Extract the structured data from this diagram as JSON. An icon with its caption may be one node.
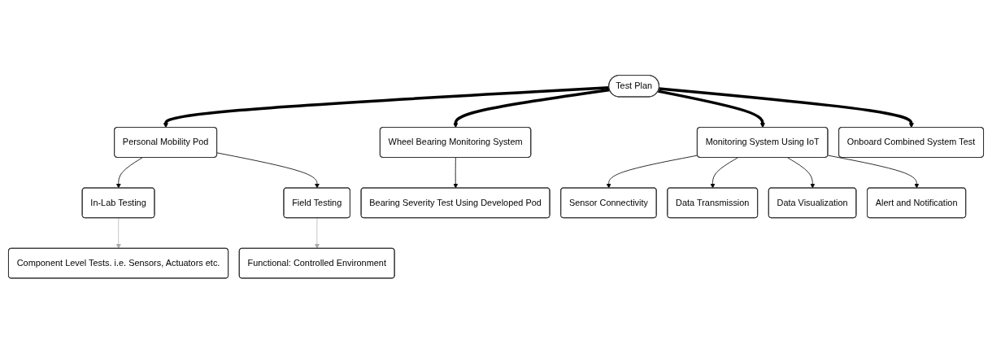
{
  "diagram": {
    "nodes": [
      {
        "text": [
          "Test Plan"
        ]
      },
      {
        "text": [
          "Personal Mobility Pod"
        ]
      },
      {
        "text": [
          "Wheel Bearing Monitoring System"
        ]
      },
      {
        "text": [
          "Monitoring System Using IoT"
        ]
      },
      {
        "text": [
          "Onboard Combined System Test"
        ]
      },
      {
        "text": [
          "In-Lab Testing"
        ]
      },
      {
        "text": [
          "Field Testing"
        ]
      },
      {
        "text": [
          "Component Level Tests. i.e. Sensors, Actuators etc."
        ]
      },
      {
        "text": [
          "Functional: Controlled Environment"
        ]
      },
      {
        "text": [
          "Bearing Severity Test Using Developed Pod"
        ]
      },
      {
        "text": [
          "Sensor Connectivity"
        ]
      },
      {
        "text": [
          "Data Transmission"
        ]
      },
      {
        "text": [
          "Data Visualization"
        ]
      },
      {
        "text": [
          "Alert and Notification"
        ]
      }
    ],
    "edges": [
      {
        "from": 0,
        "to": 1,
        "arrow": "to",
        "style": "thick"
      },
      {
        "from": 0,
        "to": 2,
        "arrow": "to",
        "style": "thick"
      },
      {
        "from": 0,
        "to": 3,
        "arrow": "to",
        "style": "thick"
      },
      {
        "from": 0,
        "to": 4,
        "arrow": "to",
        "style": "thick"
      },
      {
        "from": 1,
        "to": 5,
        "arrow": "to"
      },
      {
        "from": 1,
        "to": 6,
        "arrow": "to"
      },
      {
        "from": 5,
        "to": 7,
        "arrow": "to",
        "color": "#aaaaaa"
      },
      {
        "from": 6,
        "to": 8,
        "arrow": "to",
        "color": "#aaaaaa"
      },
      {
        "from": 2,
        "to": 9,
        "arrow": "to"
      },
      {
        "from": 3,
        "to": 10,
        "arrow": "to"
      },
      {
        "from": 3,
        "to": 11,
        "arrow": "to"
      },
      {
        "from": 3,
        "to": 12,
        "arrow": "to"
      },
      {
        "from": 3,
        "to": 13,
        "arrow": "to"
      }
    ]
  }
}
